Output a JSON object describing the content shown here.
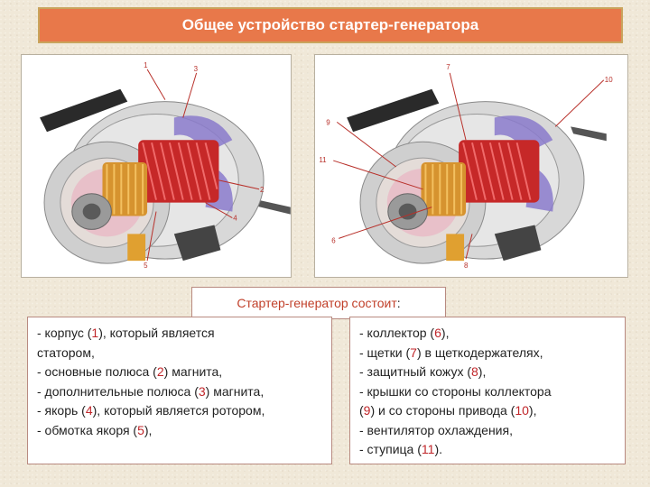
{
  "title": "Общее устройство стартер-генератора",
  "left_image": {
    "alt": "cutaway view of starter-generator, left",
    "callouts": [
      "1",
      "3",
      "2",
      "4",
      "5"
    ]
  },
  "right_image": {
    "alt": "cutaway view of starter-generator, right",
    "callouts": [
      "7",
      "10",
      "9",
      "11",
      "6",
      "8"
    ]
  },
  "caption": {
    "text": "Стартер-генератор состоит",
    "colon": ":"
  },
  "left_list": [
    {
      "pre": "- корпус (",
      "num": "1",
      "post": "), который является"
    },
    {
      "pre": "статором,",
      "num": "",
      "post": ""
    },
    {
      "pre": "- основные полюса (",
      "num": "2",
      "post": ") магнита,"
    },
    {
      "pre": "- дополнительные полюса (",
      "num": "3",
      "post": ") магнита,"
    },
    {
      "pre": "- якорь (",
      "num": "4",
      "post": "), который является ротором,"
    },
    {
      "pre": "- обмотка якоря (",
      "num": "5",
      "post": "),"
    }
  ],
  "right_list": [
    {
      "pre": "- коллектор (",
      "num": "6",
      "post": "),"
    },
    {
      "pre": "- щетки (",
      "num": "7",
      "post": ") в щеткодержателях,"
    },
    {
      "pre": "- защитный кожух (",
      "num": "8",
      "post": "),"
    },
    {
      "pre": "- крышки со стороны коллектора",
      "num": "",
      "post": ""
    },
    {
      "pre": "(",
      "num": "9",
      "post": ") и со стороны привода (",
      "num2": "10",
      "post2": "),"
    },
    {
      "pre": "- вентилятор охлаждения,",
      "num": "",
      "post": ""
    },
    {
      "pre": "- ступица (",
      "num": "11",
      "post": ")."
    }
  ]
}
